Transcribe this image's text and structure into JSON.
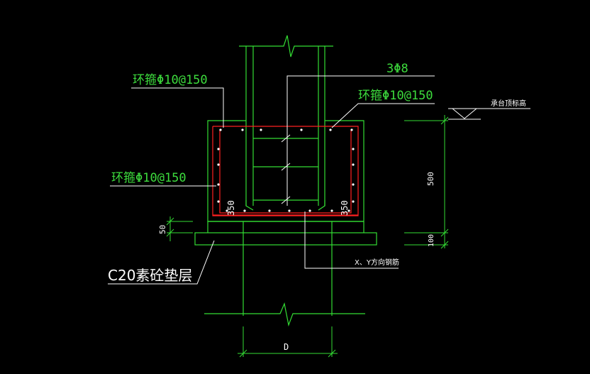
{
  "labels": {
    "stirrup_top_left": "环箍Φ10@150",
    "stirrup_top_right": "环箍Φ10@150",
    "stirrup_left": "环箍Φ10@150",
    "top_rebar": "3Φ8",
    "cap_top_elevation": "承台顶标高",
    "xy_rebar": "X、Y方向钢筋",
    "cushion_layer": "C20素砼垫层",
    "dim_500": "500",
    "dim_100": "100",
    "dim_50": "50",
    "dim_350_left": "350",
    "dim_350_right": "350",
    "dim_D": "D"
  },
  "colors": {
    "background": "#000000",
    "outline": "#33dd33",
    "rebar": "#ff2020",
    "leader": "#ffffff",
    "dimension": "#33dd33",
    "label_green": "#3ddc3d",
    "label_white": "#ffffff"
  }
}
